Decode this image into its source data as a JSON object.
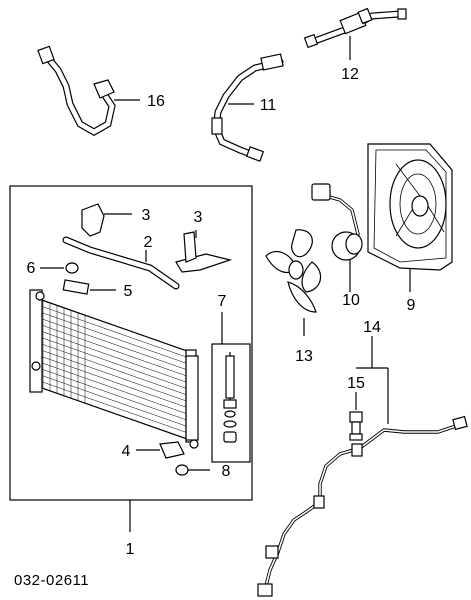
{
  "diagram_code": "032-02611",
  "callouts": [
    "1",
    "2",
    "3",
    "3",
    "4",
    "5",
    "6",
    "7",
    "8",
    "9",
    "10",
    "11",
    "12",
    "13",
    "14",
    "15",
    "16"
  ]
}
